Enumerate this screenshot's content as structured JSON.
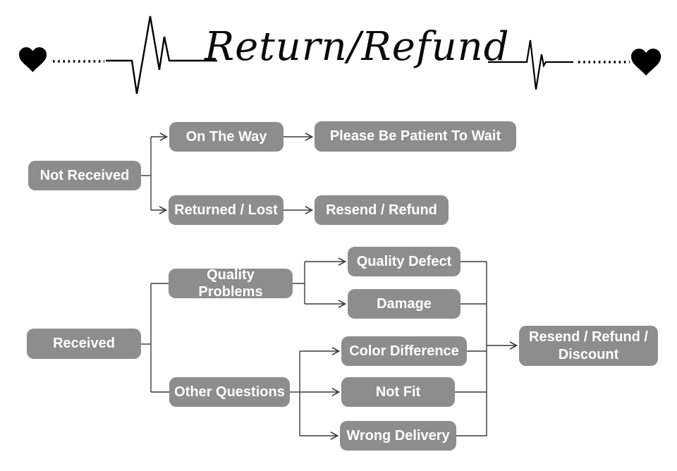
{
  "header": {
    "title": "Return/Refund",
    "left_icon": "heart-icon",
    "right_icon": "heart-icon",
    "art": "heartbeat-ekg-line"
  },
  "colors": {
    "background": "#ffffff",
    "node_fill": "#8d8d8d",
    "node_text": "#ffffff",
    "connector_line": "#3a3a3a",
    "header_art": "#000000"
  },
  "flowchart": {
    "nodes": {
      "not_received": "Not Received",
      "on_the_way": "On The Way",
      "please_wait": "Please Be Patient To Wait",
      "returned_lost": "Returned / Lost",
      "resend_refund": "Resend / Refund",
      "received": "Received",
      "quality_problems": "Quality Problems",
      "other_questions": "Other Questions",
      "quality_defect": "Quality Defect",
      "damage": "Damage",
      "color_difference": "Color Difference",
      "not_fit": "Not Fit",
      "wrong_delivery": "Wrong Delivery",
      "resend_refund_discount": "Resend / Refund / Discount"
    },
    "edges": [
      {
        "from": "not_received",
        "to": "on_the_way"
      },
      {
        "from": "not_received",
        "to": "returned_lost"
      },
      {
        "from": "on_the_way",
        "to": "please_wait"
      },
      {
        "from": "returned_lost",
        "to": "resend_refund"
      },
      {
        "from": "received",
        "to": "quality_problems"
      },
      {
        "from": "received",
        "to": "other_questions"
      },
      {
        "from": "quality_problems",
        "to": "quality_defect"
      },
      {
        "from": "quality_problems",
        "to": "damage"
      },
      {
        "from": "other_questions",
        "to": "color_difference"
      },
      {
        "from": "other_questions",
        "to": "not_fit"
      },
      {
        "from": "other_questions",
        "to": "wrong_delivery"
      },
      {
        "from": "quality_defect",
        "to": "resend_refund_discount"
      },
      {
        "from": "damage",
        "to": "resend_refund_discount"
      },
      {
        "from": "color_difference",
        "to": "resend_refund_discount"
      },
      {
        "from": "not_fit",
        "to": "resend_refund_discount"
      },
      {
        "from": "wrong_delivery",
        "to": "resend_refund_discount"
      }
    ]
  }
}
